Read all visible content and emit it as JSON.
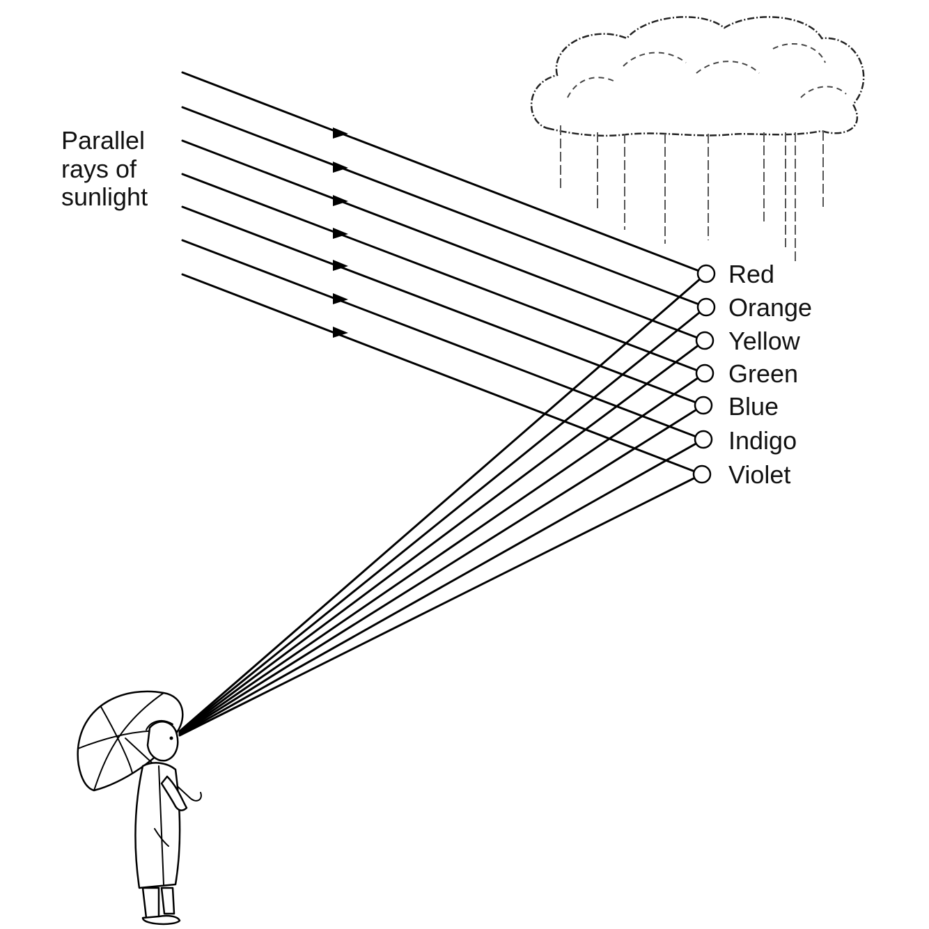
{
  "sunlight_label": [
    "Parallel",
    "rays of",
    "sunlight"
  ],
  "colors": [
    {
      "name": "Red"
    },
    {
      "name": "Orange"
    },
    {
      "name": "Yellow"
    },
    {
      "name": "Green"
    },
    {
      "name": "Blue"
    },
    {
      "name": "Indigo"
    },
    {
      "name": "Violet"
    }
  ],
  "palette": {
    "ink": "#000000",
    "background": "#ffffff"
  },
  "icons": [
    "cloud-icon",
    "rain-icon",
    "observer-with-umbrella-icon",
    "raindrop-icon"
  ]
}
